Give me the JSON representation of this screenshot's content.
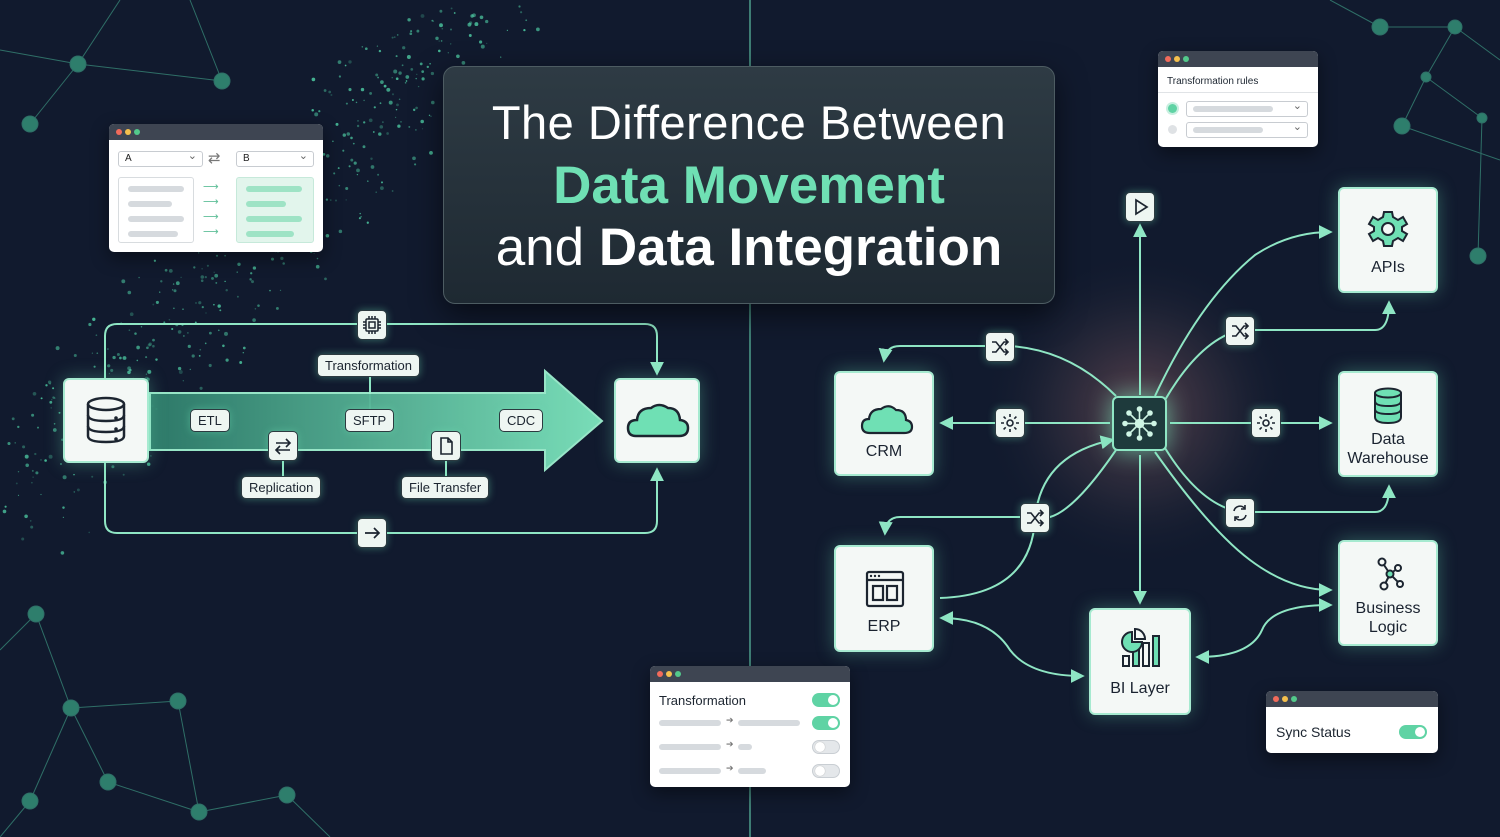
{
  "title": {
    "line1": "The Difference Between",
    "line2": "Data Movement",
    "line3_prefix": "and ",
    "line3_bold": "Data Integration"
  },
  "colors": {
    "background": "#111a2e",
    "accent": "#6fe0b4",
    "connector": "#8fe6c4",
    "card": "#f4f8f6"
  },
  "mapping_window": {
    "select_a": "A",
    "select_b": "B"
  },
  "rules_window": {
    "title": "Transformation rules"
  },
  "movement": {
    "transformation_label": "Transformation",
    "etl_label": "ETL",
    "sftp_label": "SFTP",
    "cdc_label": "CDC",
    "replication_label": "Replication",
    "file_transfer_label": "File Transfer"
  },
  "integration": {
    "crm_label": "CRM",
    "erp_label": "ERP",
    "apis_label": "APIs",
    "warehouse_label": "Data Warehouse",
    "business_logic_label": "Business Logic",
    "bi_layer_label": "BI Layer"
  },
  "transformation_window": {
    "title": "Transformation",
    "toggles": [
      true,
      true,
      false,
      false
    ]
  },
  "sync_window": {
    "label": "Sync Status",
    "enabled": true
  }
}
